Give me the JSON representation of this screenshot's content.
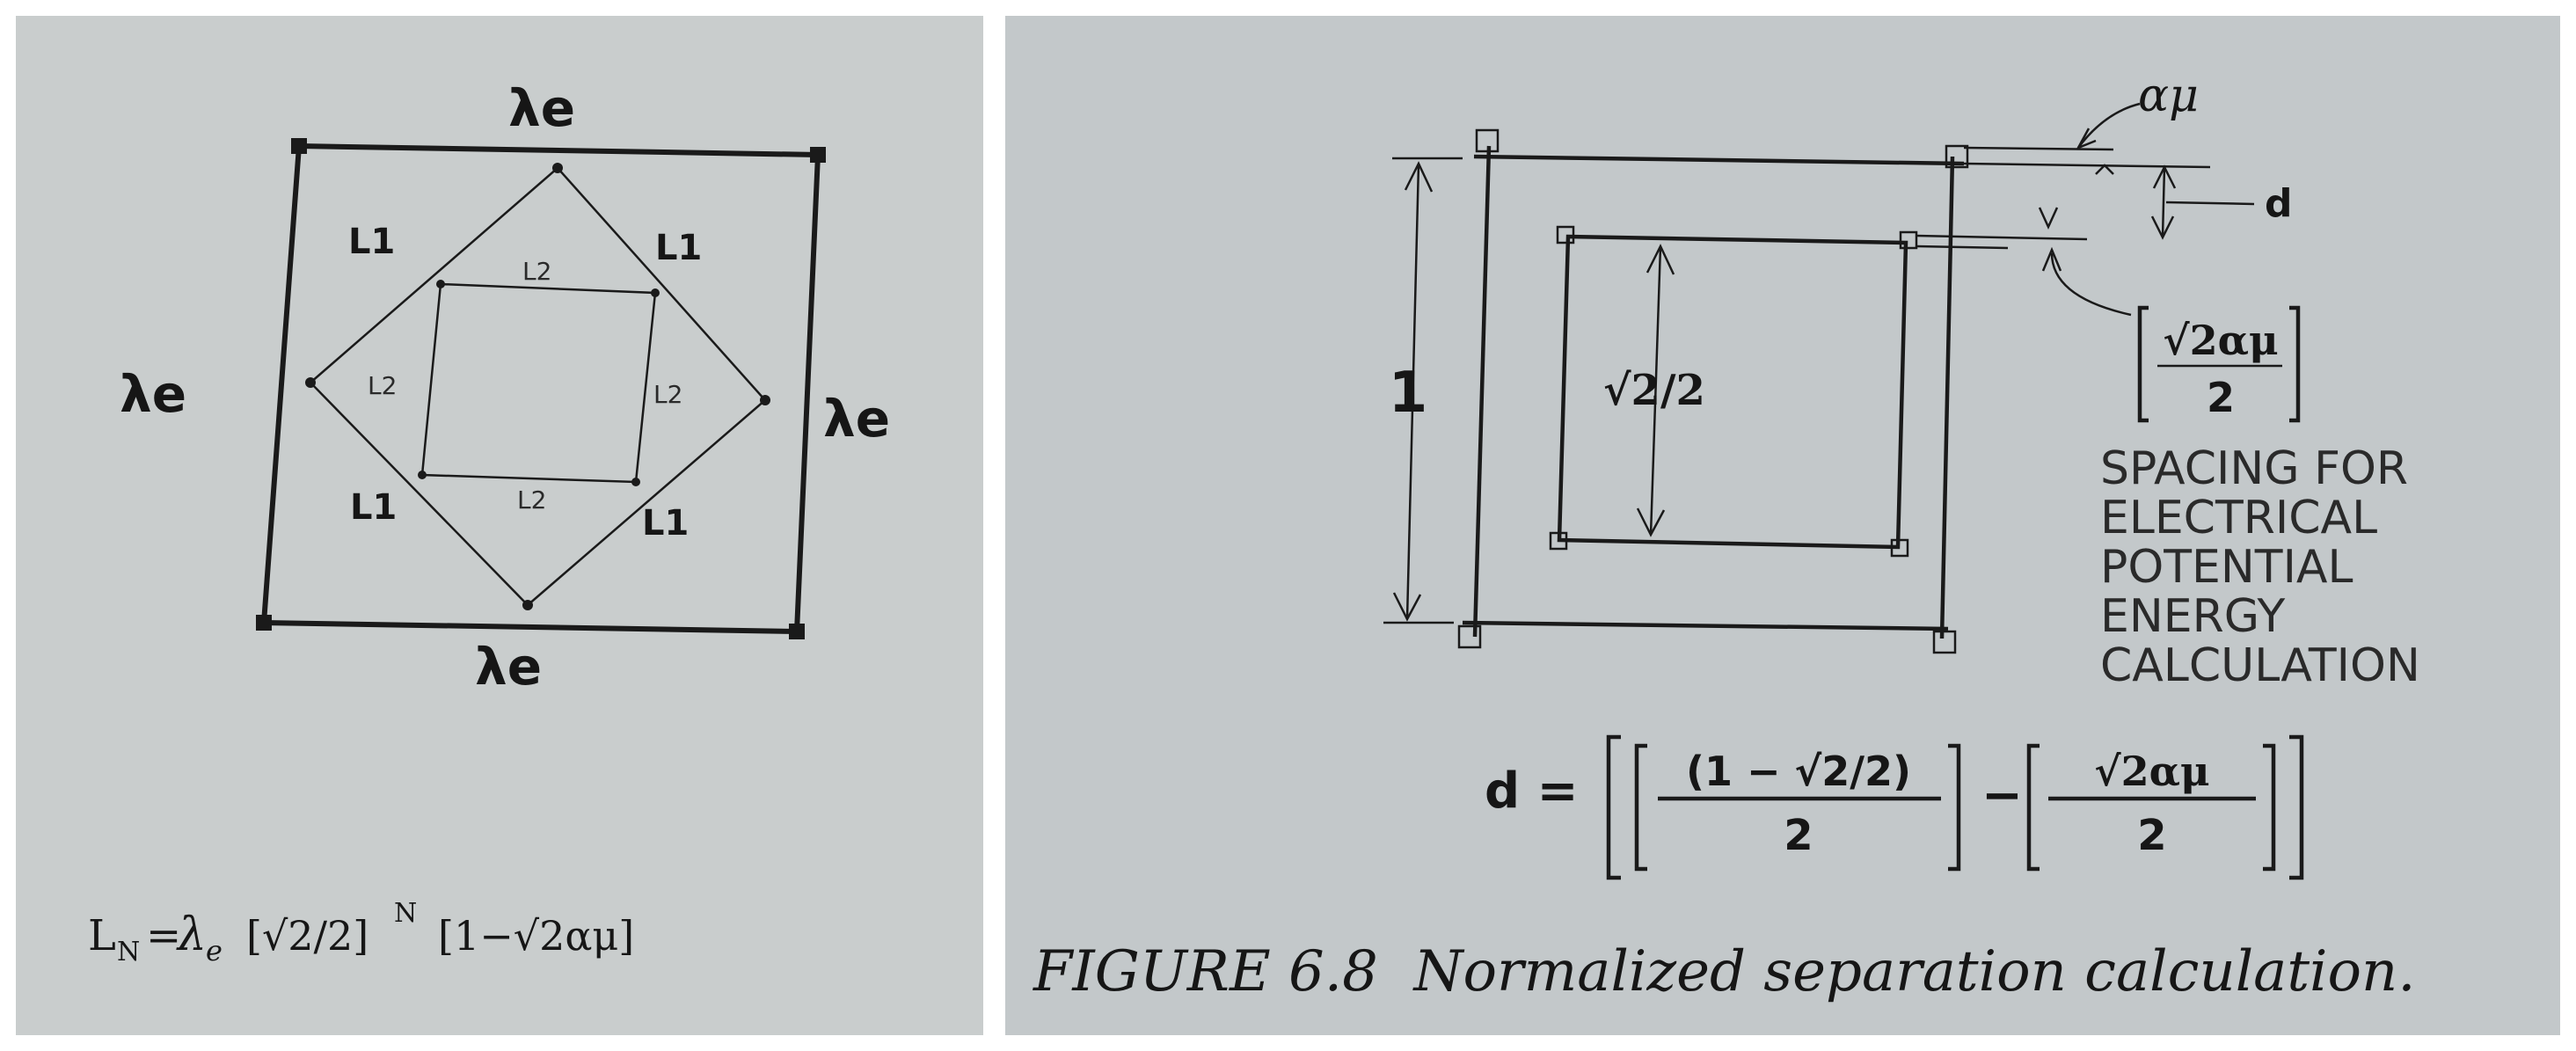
{
  "left_diagram": {
    "edge_label": "λe",
    "diamond_label": "L1",
    "inner_label": "L2",
    "formula": {
      "lhs": "L",
      "lhs_sub": "N",
      "eq": "=",
      "lambda": "λ",
      "lambda_sub": "e",
      "term1": "[√2/2]",
      "term1_sup": "N",
      "term2": "[1−√2αμ]"
    }
  },
  "right_diagram": {
    "label_alpha": "αμ",
    "label_d": "d",
    "label_one": "1",
    "label_inner": "√2/2",
    "bracket_num": "√2αμ",
    "bracket_den": "2",
    "spacing_lines": [
      "SPACING FOR",
      "ELECTRICAL",
      "POTENTIAL",
      "ENERGY",
      "CALCULATION"
    ],
    "equation": {
      "lhs": "d =",
      "frac1_num": "(1 − √2/2)",
      "frac1_den": "2",
      "minus": "−",
      "frac2_num": "√2αμ",
      "frac2_den": "2"
    },
    "caption": "FIGURE 6.8  Normalized separation calculation."
  }
}
